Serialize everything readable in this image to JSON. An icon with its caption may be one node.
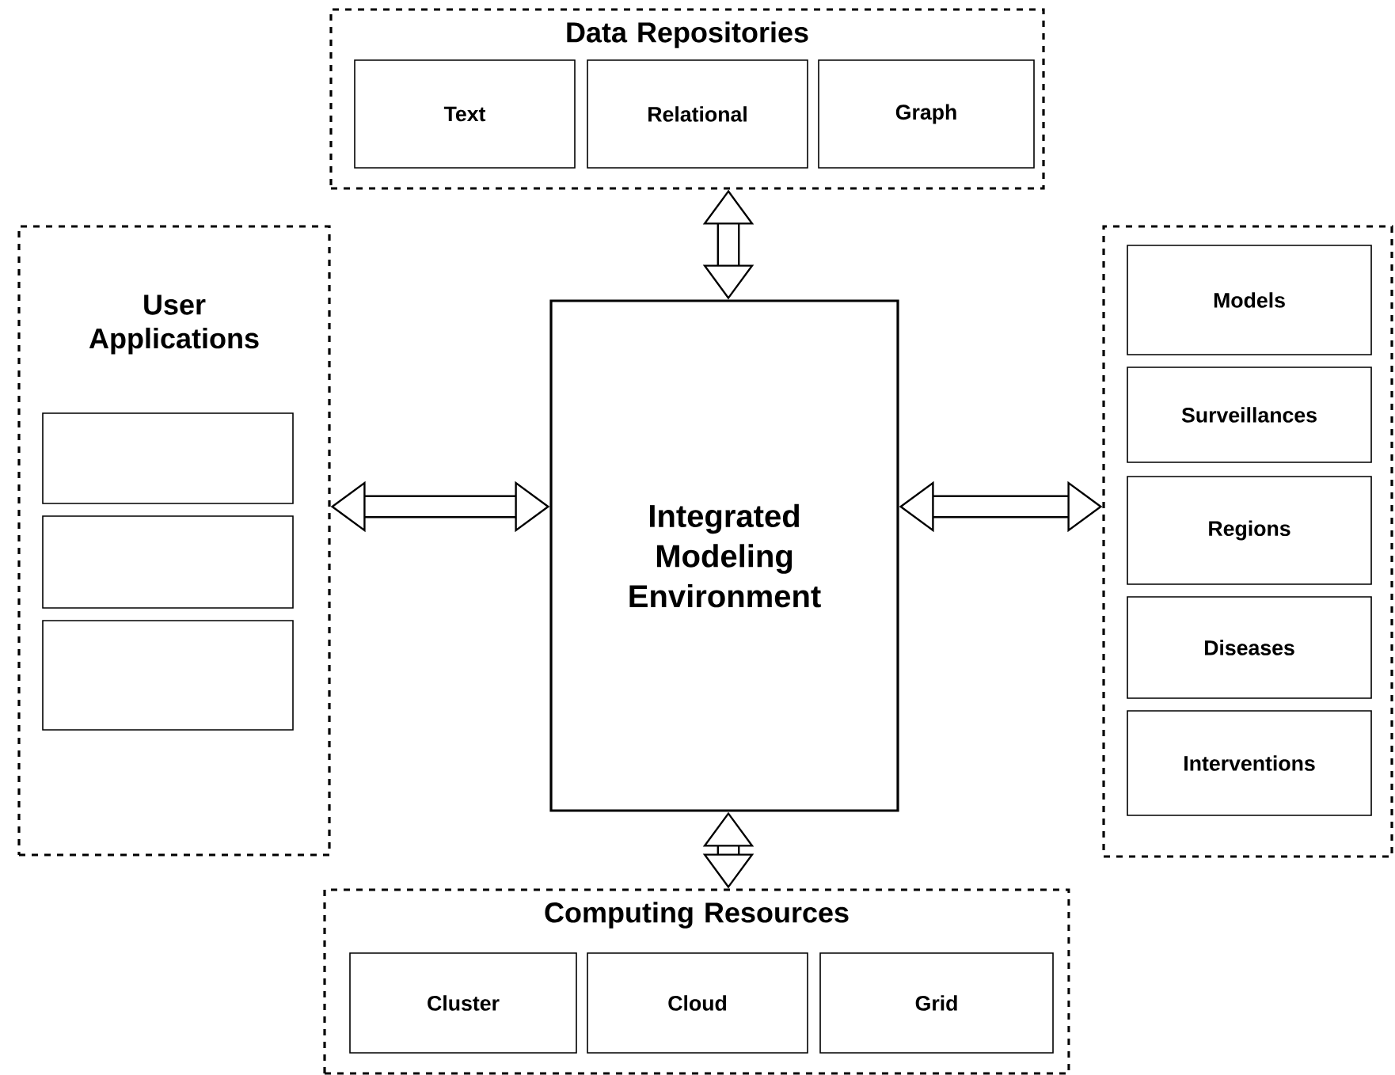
{
  "diagram": {
    "nodes": [
      {
        "text": [
          "Data Repositories"
        ]
      },
      {
        "text": [
          "Text"
        ],
        "in": 0
      },
      {
        "text": [
          "Relational"
        ],
        "in": 0
      },
      {
        "text": [
          "Graph"
        ],
        "in": 0
      },
      {
        "text": [
          "User Applications"
        ]
      },
      {
        "text": [],
        "shape": "box",
        "in": 4
      },
      {
        "text": [],
        "shape": "box",
        "in": 4
      },
      {
        "text": [],
        "shape": "box",
        "in": 4
      },
      {
        "text": [
          "Integrated Modeling Environment"
        ]
      },
      {
        "text": [],
        "shape": "box"
      },
      {
        "text": [
          "Models"
        ],
        "in": 9
      },
      {
        "text": [
          "Surveillances"
        ],
        "in": 9
      },
      {
        "text": [
          "Regions"
        ],
        "in": 9
      },
      {
        "text": [
          "Diseases"
        ],
        "in": 9
      },
      {
        "text": [
          "Interventions"
        ],
        "in": 9
      },
      {
        "text": [
          "Computing Resources"
        ]
      },
      {
        "text": [
          "Cluster"
        ],
        "in": 15
      },
      {
        "text": [
          "Cloud"
        ],
        "in": 15
      },
      {
        "text": [
          "Grid"
        ],
        "in": 15
      }
    ],
    "edges": [
      {
        "from": 0,
        "to": 8,
        "arrow": "both"
      },
      {
        "from": 4,
        "to": 8,
        "arrow": "both"
      },
      {
        "from": 8,
        "to": 9,
        "arrow": "both"
      },
      {
        "from": 8,
        "to": 15,
        "arrow": "both"
      }
    ]
  }
}
